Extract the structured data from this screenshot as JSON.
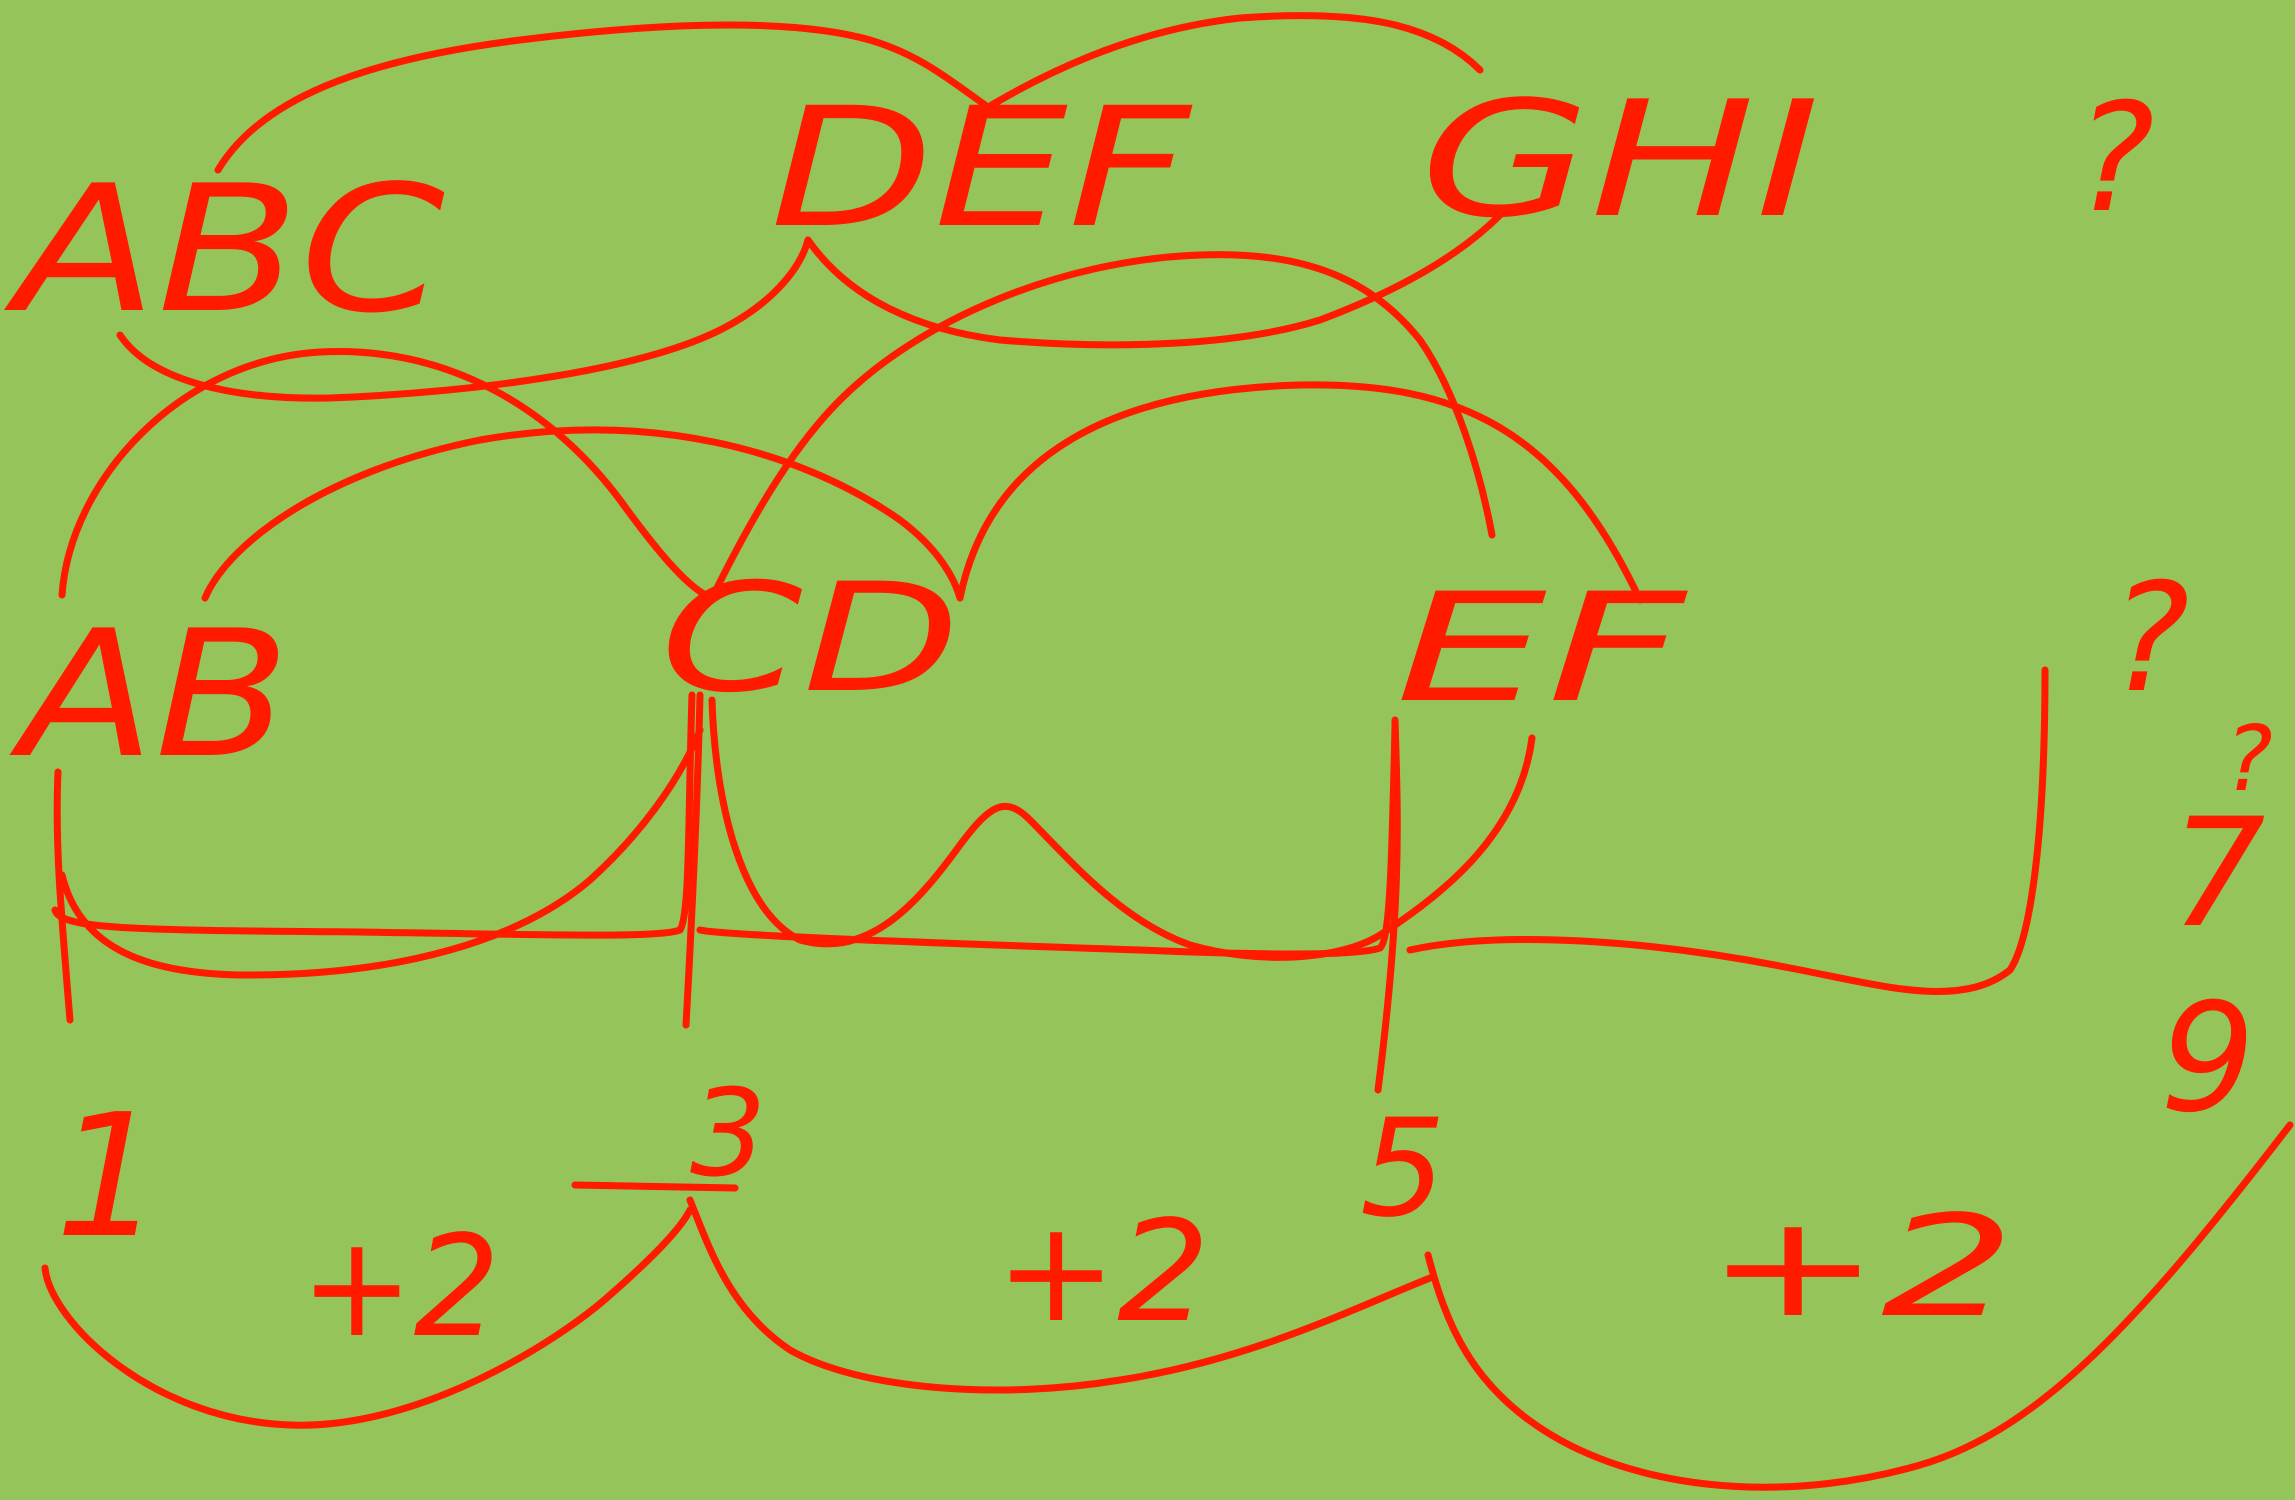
{
  "colors": {
    "background": "#95c45a",
    "ink": "#ff1a00"
  },
  "row1": {
    "groups": [
      "ABC",
      "DEF",
      "GHI"
    ],
    "unknown": "?"
  },
  "row2": {
    "groups": [
      "AB",
      "CD",
      "EF"
    ],
    "unknown": "?"
  },
  "row3": {
    "counts": [
      "1",
      "3",
      "5"
    ],
    "unknown": "?",
    "answer": "7"
  },
  "row4": {
    "steps": [
      "+2",
      "+2",
      "+2"
    ],
    "result": "9"
  }
}
